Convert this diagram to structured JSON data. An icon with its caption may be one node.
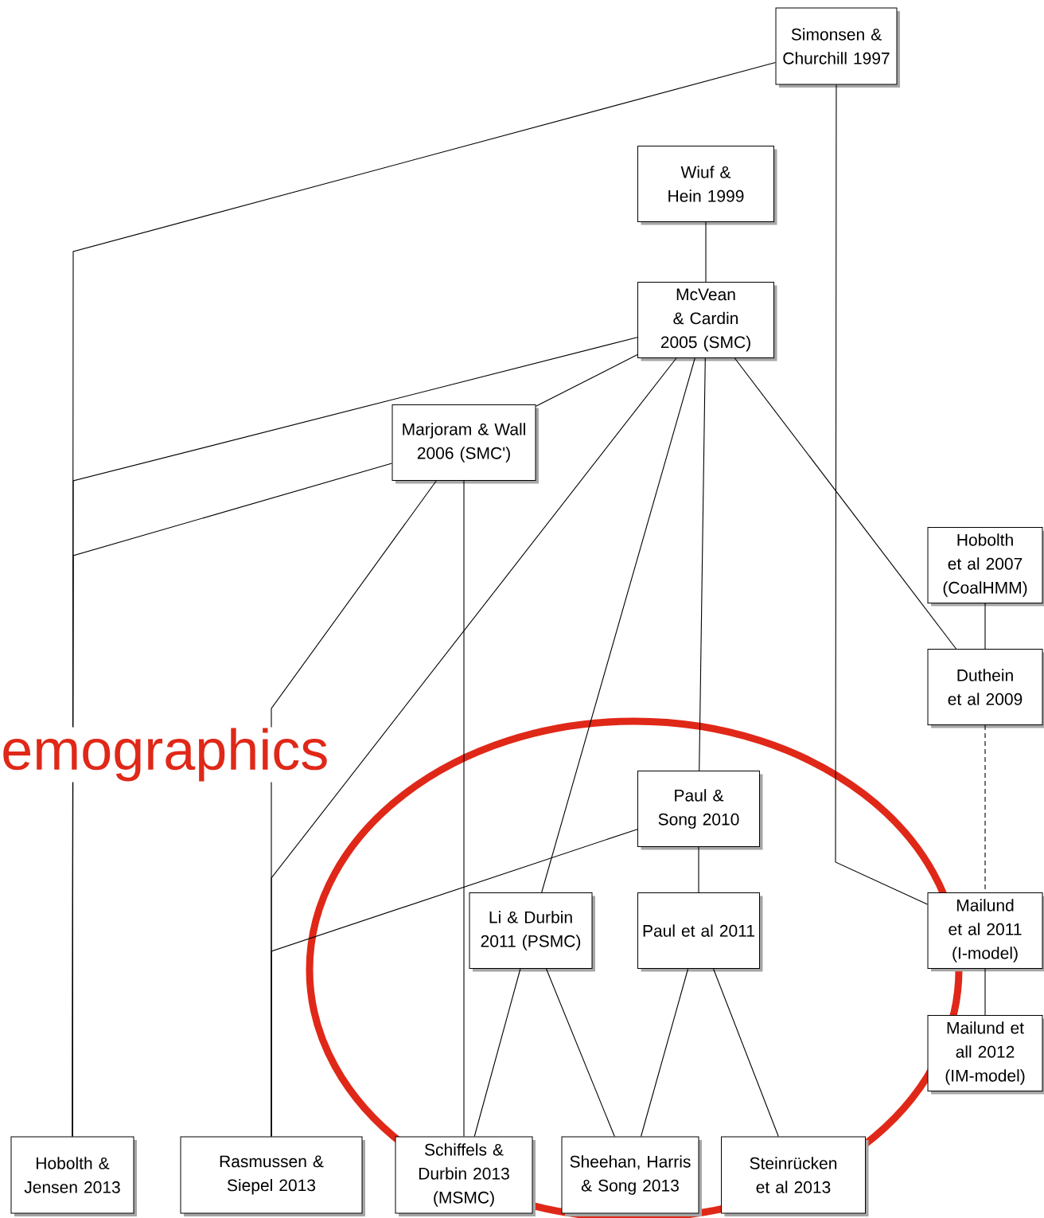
{
  "diagram": {
    "nodes": [
      {
        "text": [
          "Simonsen & Churchill 1997"
        ]
      },
      {
        "text": [
          "Wiuf & Hein 1999"
        ]
      },
      {
        "text": [
          "McVean & Cardin 2005 (SMC)"
        ]
      },
      {
        "text": [
          "Marjoram & Wall 2006 (SMC')"
        ]
      },
      {
        "text": [
          "Hobolth et al 2007 (CoalHMM)"
        ]
      },
      {
        "text": [
          "Duthein et al 2009"
        ]
      },
      {
        "text": [
          "Paul & Song 2010"
        ]
      },
      {
        "text": [
          "Li & Durbin 2011 (PSMC)"
        ]
      },
      {
        "text": [
          "Paul et al 2011"
        ]
      },
      {
        "text": [
          "Mailund et al 2011 (I-model)"
        ]
      },
      {
        "text": [
          "Mailund et all 2012 (IM-model)"
        ]
      },
      {
        "text": [
          "Hobolth & Jensen 2013"
        ]
      },
      {
        "text": [
          "Rasmussen & Siepel 2013"
        ]
      },
      {
        "text": [
          "Schiffels & Durbin 2013 (MSMC)"
        ]
      },
      {
        "text": [
          "Sheehan, Harris & Song 2013"
        ]
      },
      {
        "text": [
          "Steinrücken et al 2013"
        ]
      }
    ],
    "edges": [
      {
        "from": 0,
        "to": 11,
        "arrow": "none"
      },
      {
        "from": 0,
        "to": 9,
        "arrow": "none"
      },
      {
        "from": 1,
        "to": 2,
        "arrow": "none"
      },
      {
        "from": 2,
        "to": 11,
        "arrow": "none"
      },
      {
        "from": 2,
        "to": 3,
        "arrow": "none"
      },
      {
        "from": 3,
        "to": 11,
        "arrow": "none"
      },
      {
        "from": 3,
        "to": 12,
        "arrow": "none"
      },
      {
        "from": 3,
        "to": 13,
        "arrow": "none"
      },
      {
        "from": 2,
        "to": 12,
        "arrow": "none"
      },
      {
        "from": 2,
        "to": 7,
        "arrow": "none"
      },
      {
        "from": 2,
        "to": 6,
        "arrow": "none"
      },
      {
        "from": 2,
        "to": 5,
        "arrow": "none"
      },
      {
        "from": 4,
        "to": 5,
        "arrow": "none"
      },
      {
        "from": 5,
        "to": 9,
        "arrow": "none",
        "style": "dashed"
      },
      {
        "from": 9,
        "to": 10,
        "arrow": "none"
      },
      {
        "from": 6,
        "to": 12,
        "arrow": "none"
      },
      {
        "from": 6,
        "to": 8,
        "arrow": "none"
      },
      {
        "from": 7,
        "to": 13,
        "arrow": "none"
      },
      {
        "from": 7,
        "to": 14,
        "arrow": "none"
      },
      {
        "from": 8,
        "to": 14,
        "arrow": "none"
      },
      {
        "from": 8,
        "to": 15,
        "arrow": "none"
      }
    ],
    "labels": [
      "emographics"
    ]
  }
}
